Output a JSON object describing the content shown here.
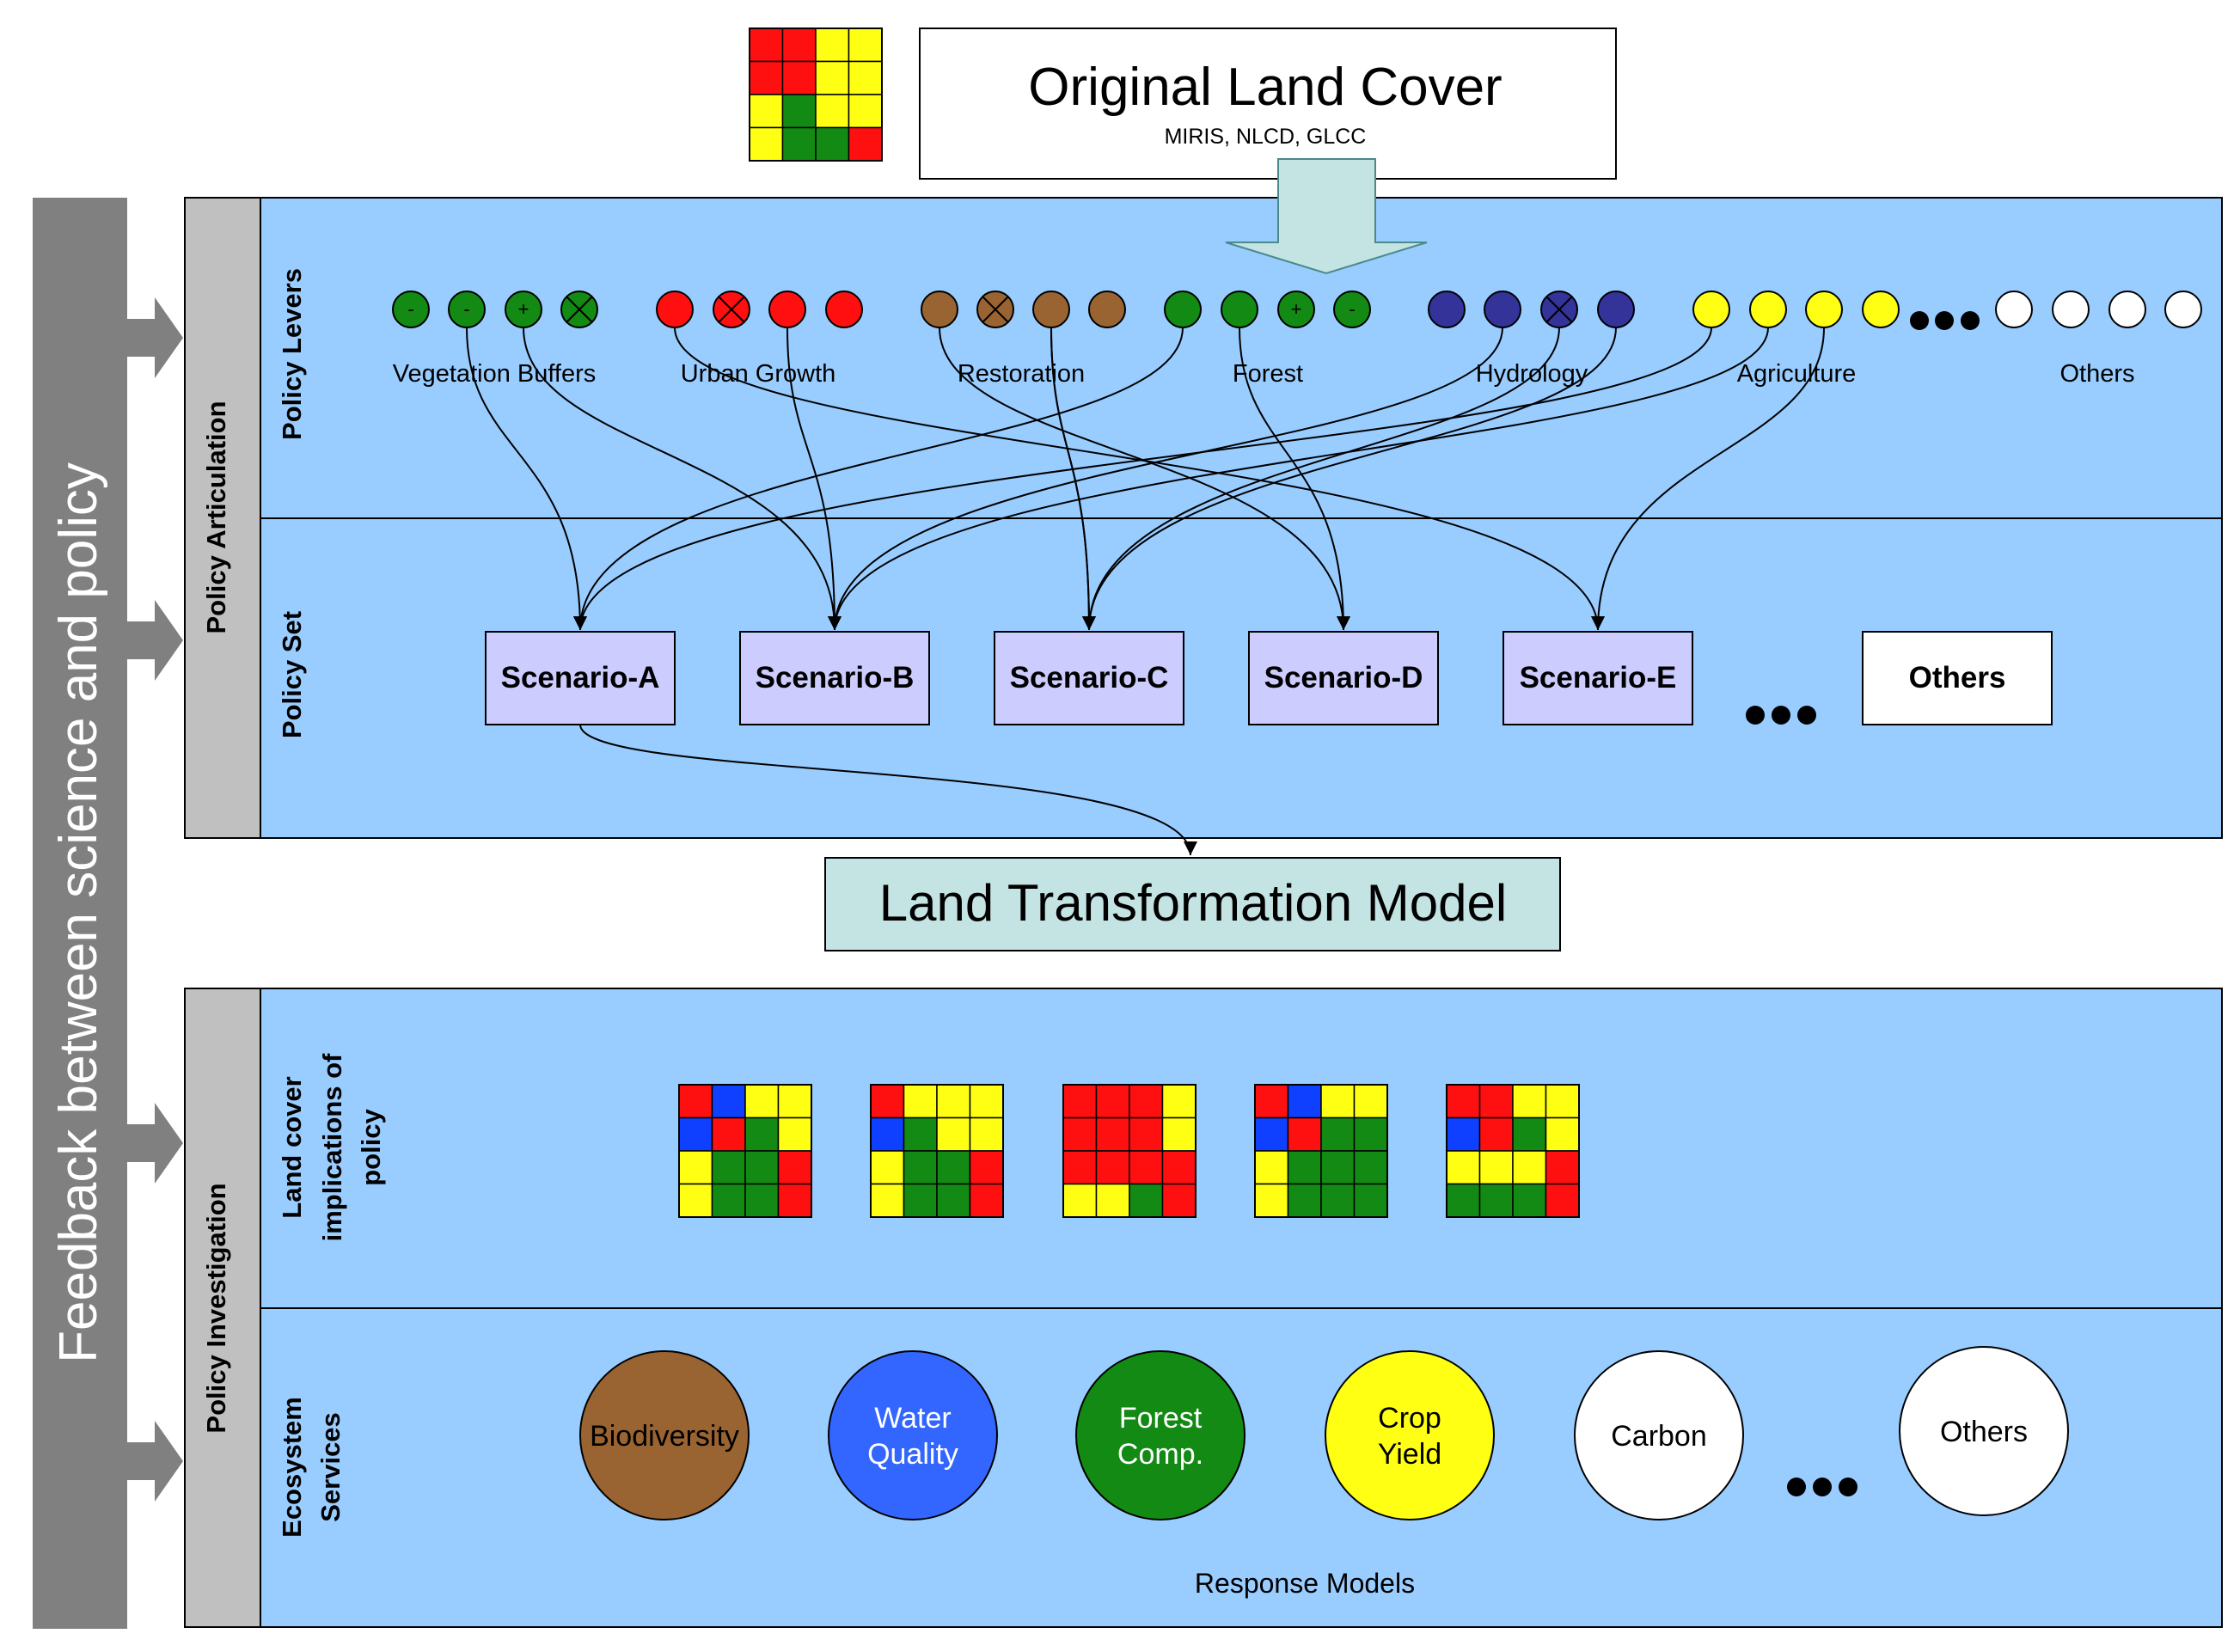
{
  "header": {
    "title": "Original Land Cover",
    "subtitle": "MIRIS, NLCD, GLCC"
  },
  "side": {
    "feedback": "Feedback between science and policy",
    "articulation": "Policy Articulation",
    "investigation": "Policy Investigation",
    "levers": "Policy Levers",
    "set": "Policy Set",
    "landcover": "Land cover implications of policy",
    "landcover_lines": [
      "Land cover",
      "implications of",
      "policy"
    ],
    "ecosystem_lines": [
      "Ecosystem",
      "Services"
    ]
  },
  "lever_groups": [
    {
      "label": "Vegetation Buffers",
      "color": "#138a13",
      "marks": [
        "-",
        "-",
        "+",
        "x"
      ]
    },
    {
      "label": "Urban Growth",
      "color": "#ff0f0f",
      "marks": [
        "",
        "x",
        "",
        ""
      ]
    },
    {
      "label": "Restoration",
      "color": "#9a6332",
      "marks": [
        "",
        "x",
        "",
        ""
      ]
    },
    {
      "label": "Forest",
      "color": "#138a13",
      "marks": [
        "",
        "",
        "+",
        "-"
      ]
    },
    {
      "label": "Hydrology",
      "color": "#333399",
      "marks": [
        "",
        "",
        "x",
        ""
      ]
    },
    {
      "label": "Agriculture",
      "color": "#ffff14",
      "marks": [
        "",
        "",
        "",
        ""
      ]
    },
    {
      "label": "Others",
      "color": "#ffffff",
      "marks": [
        "",
        "",
        "",
        ""
      ]
    }
  ],
  "scenarios": [
    "Scenario-A",
    "Scenario-B",
    "Scenario-C",
    "Scenario-D",
    "Scenario-E",
    "Others"
  ],
  "model": "Land Transformation Model",
  "ecosystem_services": [
    {
      "lines": [
        "Biodiversity"
      ],
      "color": "#9a6332"
    },
    {
      "lines": [
        "Water",
        "Quality"
      ],
      "color": "#3366ff"
    },
    {
      "lines": [
        "Forest",
        "Comp."
      ],
      "color": "#138a13"
    },
    {
      "lines": [
        "Crop",
        "Yield"
      ],
      "color": "#ffff14"
    },
    {
      "lines": [
        "Carbon"
      ],
      "color": "#ffffff"
    },
    {
      "lines": [
        "Others"
      ],
      "color": "#ffffff"
    }
  ],
  "response_models": "Response Models",
  "grid_colors": {
    "R": "#ff1010",
    "Y": "#ffff14",
    "G": "#138a13",
    "B": "#1040ff"
  },
  "original_grid": [
    "RRYY",
    "RRYY",
    "YGYY",
    "YGGR"
  ],
  "land_cover_grids": [
    [
      "RBYY",
      "BRGY",
      "YGGR",
      "YGGR"
    ],
    [
      "RYYY",
      "BGYY",
      "YGGR",
      "YGGR"
    ],
    [
      "RRRY",
      "RRRY",
      "RRRR",
      "YYGR"
    ],
    [
      "RBYY",
      "BRGG",
      "YGGG",
      "YGGG"
    ],
    [
      "RRYY",
      "BRGY",
      "YYYR",
      "GGGR"
    ]
  ],
  "colors": {
    "panel": "#99ccff",
    "side_bar": "#c0c0c0",
    "feedback_bar": "#808080",
    "scenario_box": "#ccccff",
    "model_box": "#c4e4e4",
    "down_arrow": "#c4e4e4"
  }
}
